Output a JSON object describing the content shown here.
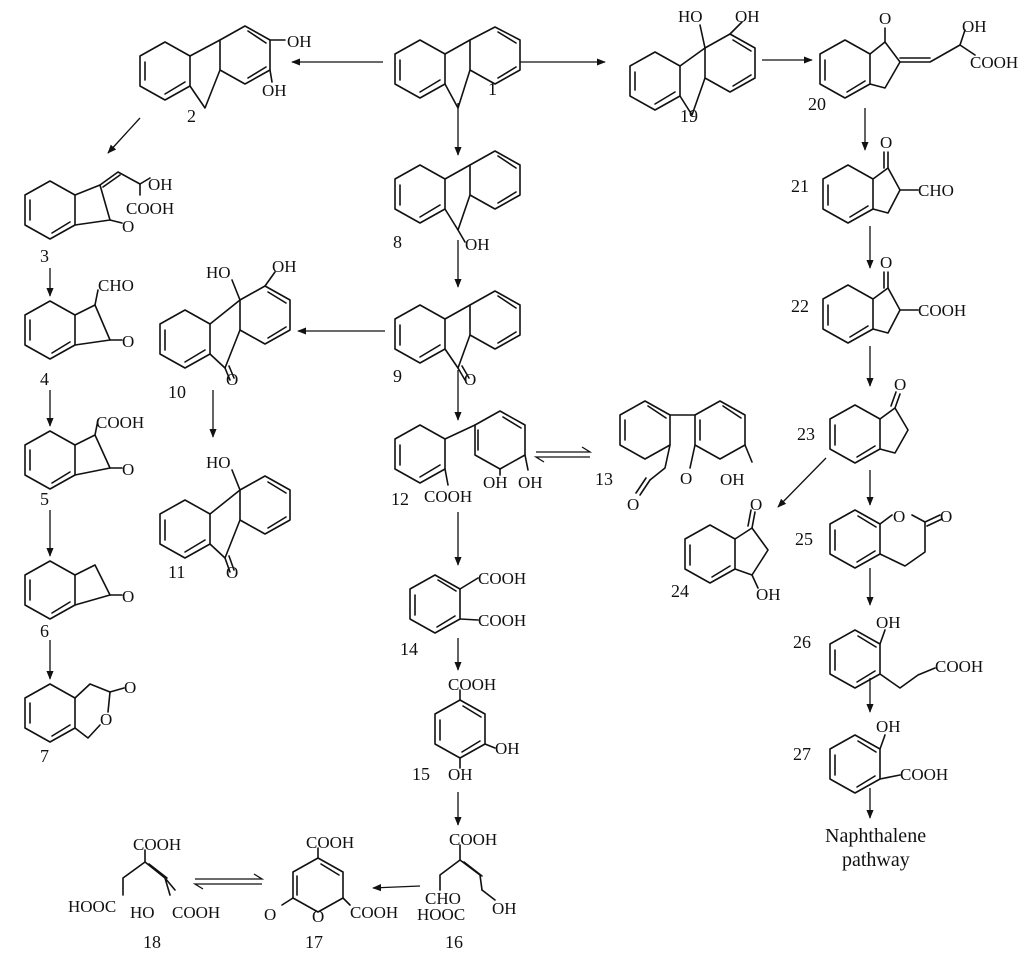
{
  "compounds": [
    {
      "id": "1",
      "number": "1",
      "groups": []
    },
    {
      "id": "2",
      "number": "2",
      "groups": [
        "OH",
        "OH"
      ]
    },
    {
      "id": "3",
      "number": "3",
      "groups": [
        "OH",
        "COOH",
        "O"
      ]
    },
    {
      "id": "4",
      "number": "4",
      "groups": [
        "CHO",
        "O"
      ]
    },
    {
      "id": "5",
      "number": "5",
      "groups": [
        "COOH",
        "O"
      ]
    },
    {
      "id": "6",
      "number": "6",
      "groups": [
        "O"
      ]
    },
    {
      "id": "7",
      "number": "7",
      "groups": [
        "O",
        "O"
      ]
    },
    {
      "id": "8",
      "number": "8",
      "groups": [
        "OH"
      ]
    },
    {
      "id": "9",
      "number": "9",
      "groups": [
        "O"
      ]
    },
    {
      "id": "10",
      "number": "10",
      "groups": [
        "HO",
        "OH",
        "O"
      ]
    },
    {
      "id": "11",
      "number": "11",
      "groups": [
        "HO",
        "O"
      ]
    },
    {
      "id": "12",
      "number": "12",
      "groups": [
        "COOH",
        "OH",
        "OH"
      ]
    },
    {
      "id": "13",
      "number": "13",
      "groups": [
        "O",
        "O",
        "OH"
      ]
    },
    {
      "id": "14",
      "number": "14",
      "groups": [
        "COOH",
        "COOH"
      ]
    },
    {
      "id": "15",
      "number": "15",
      "groups": [
        "COOH",
        "OH",
        "OH"
      ]
    },
    {
      "id": "16",
      "number": "16",
      "groups": [
        "COOH",
        "CHO",
        "HOOC",
        "OH"
      ]
    },
    {
      "id": "17",
      "number": "17",
      "groups": [
        "COOH",
        "O",
        "O",
        "COOH"
      ]
    },
    {
      "id": "18",
      "number": "18",
      "groups": [
        "COOH",
        "HOOC",
        "HO",
        "COOH"
      ]
    },
    {
      "id": "19",
      "number": "19",
      "groups": [
        "HO",
        "OH"
      ]
    },
    {
      "id": "20",
      "number": "20",
      "groups": [
        "O",
        "OH",
        "COOH"
      ]
    },
    {
      "id": "21",
      "number": "21",
      "groups": [
        "O",
        "CHO"
      ]
    },
    {
      "id": "22",
      "number": "22",
      "groups": [
        "O",
        "COOH"
      ]
    },
    {
      "id": "23",
      "number": "23",
      "groups": [
        "O"
      ]
    },
    {
      "id": "24",
      "number": "24",
      "groups": [
        "O",
        "OH"
      ]
    },
    {
      "id": "25",
      "number": "25",
      "groups": [
        "O",
        "O"
      ]
    },
    {
      "id": "26",
      "number": "26",
      "groups": [
        "OH",
        "COOH"
      ]
    },
    {
      "id": "27",
      "number": "27",
      "groups": [
        "OH",
        "COOH"
      ]
    }
  ],
  "end_label": [
    "Naphthalene",
    "pathway"
  ],
  "arrows": [
    {
      "from": "1",
      "to": "2",
      "type": "single"
    },
    {
      "from": "2",
      "to": "3",
      "type": "single"
    },
    {
      "from": "3",
      "to": "4",
      "type": "single"
    },
    {
      "from": "4",
      "to": "5",
      "type": "single"
    },
    {
      "from": "5",
      "to": "6",
      "type": "single"
    },
    {
      "from": "6",
      "to": "7",
      "type": "single"
    },
    {
      "from": "1",
      "to": "8",
      "type": "single"
    },
    {
      "from": "8",
      "to": "9",
      "type": "single"
    },
    {
      "from": "9",
      "to": "10",
      "type": "single"
    },
    {
      "from": "10",
      "to": "11",
      "type": "single"
    },
    {
      "from": "9",
      "to": "12",
      "type": "single"
    },
    {
      "from": "12",
      "to": "13",
      "type": "equilibrium"
    },
    {
      "from": "12",
      "to": "14",
      "type": "single"
    },
    {
      "from": "14",
      "to": "15",
      "type": "single"
    },
    {
      "from": "15",
      "to": "16",
      "type": "single"
    },
    {
      "from": "16",
      "to": "17",
      "type": "single"
    },
    {
      "from": "17",
      "to": "18",
      "type": "equilibrium"
    },
    {
      "from": "1",
      "to": "19",
      "type": "single"
    },
    {
      "from": "19",
      "to": "20",
      "type": "single"
    },
    {
      "from": "20",
      "to": "21",
      "type": "single"
    },
    {
      "from": "21",
      "to": "22",
      "type": "single"
    },
    {
      "from": "22",
      "to": "23",
      "type": "single"
    },
    {
      "from": "23",
      "to": "24",
      "type": "single"
    },
    {
      "from": "23",
      "to": "25",
      "type": "single"
    },
    {
      "from": "25",
      "to": "26",
      "type": "single"
    },
    {
      "from": "26",
      "to": "27",
      "type": "single"
    },
    {
      "from": "27",
      "to": "end",
      "type": "single"
    }
  ]
}
